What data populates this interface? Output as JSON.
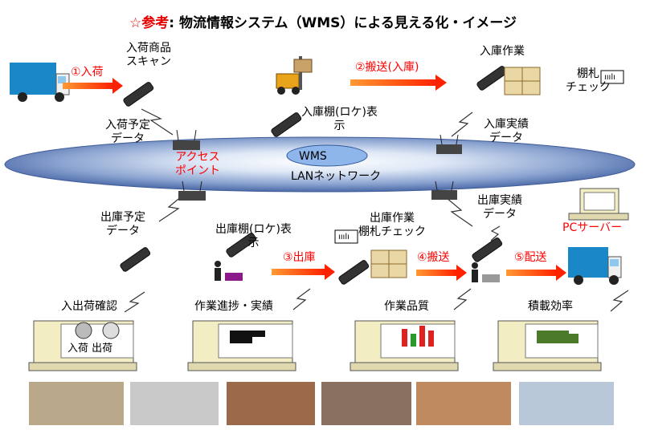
{
  "title": {
    "prefix": "☆参考",
    "text": ": 物流情報システム（WMS）による見える化・イメージ"
  },
  "network": {
    "center": "WMS",
    "name": "LANネットワーク",
    "access_point": "アクセス\nポイント"
  },
  "steps": {
    "inbound": "①入荷",
    "transport_in": "②搬送(入庫)",
    "outbound": "③出庫",
    "transport_out": "④搬送",
    "delivery": "⑤配送"
  },
  "labels": {
    "scan": "入荷商品\nスキャン",
    "inbound_plan": "入荷予定\nデータ",
    "location_in": "入庫棚(ロケ)表\n示",
    "stock_work": "入庫作業",
    "tag_check_in": "棚札\nチェック",
    "stock_result": "入庫実績\nデータ",
    "outbound_plan": "出庫予定\nデータ",
    "location_out": "出庫棚(ロケ)表\n示",
    "ship_work": "出庫作業\n棚札チェック",
    "ship_result": "出庫実績\nデータ",
    "pc_server": "PCサーバー",
    "tag_icon": "ııılı"
  },
  "monitors": [
    {
      "title": "入出荷確認",
      "screen": "入荷 出荷"
    },
    {
      "title": "作業進捗・実績"
    },
    {
      "title": "作業品質"
    },
    {
      "title": "積載効率"
    }
  ],
  "colors": {
    "ellipse": "#5a7ab8",
    "arrow": "#ff3300",
    "monitor": "#f3edc4",
    "truck": "#1a88c8"
  }
}
